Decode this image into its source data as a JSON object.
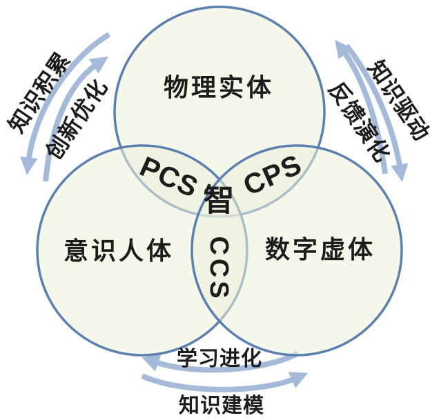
{
  "circles": {
    "top": "物理实体",
    "left": "意识人体",
    "right": "数字虚体"
  },
  "overlaps": {
    "top_left": "PCS",
    "top_right": "CPS",
    "bottom": "CCS",
    "center": "智"
  },
  "flows": {
    "top_left_outer": "知识积累",
    "top_left_inner": "创新优化",
    "top_right_outer": "知识驱动",
    "top_right_inner": "反馈演化",
    "bottom_upper": "学习进化",
    "bottom_lower": "知识建模"
  },
  "colors": {
    "circle_stroke": "#5b80b0",
    "circle_fill": "#ecf0da",
    "arrow": "#a5bad9",
    "text": "#1c1c1c"
  }
}
